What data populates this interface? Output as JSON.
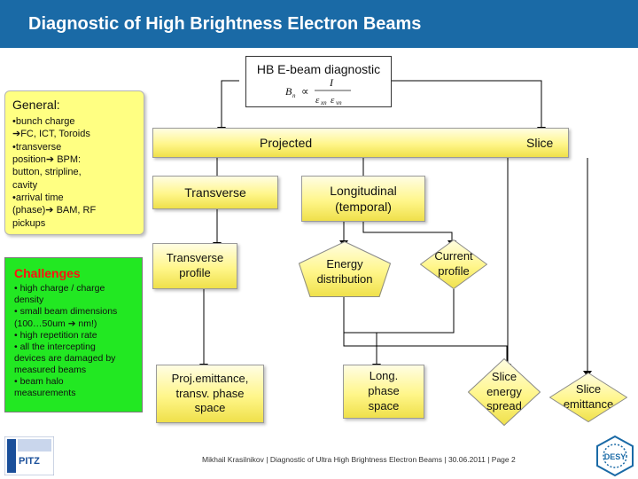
{
  "header": {
    "title": "Diagnostic of High Brightness Electron Beams"
  },
  "root": {
    "title": "HB E-beam diagnostic",
    "formula": {
      "lhs": "B",
      "lhs_sub": "n",
      "relation": "∝",
      "numerator": "I",
      "denominator": "ε",
      "den_sub1": "xn",
      "den_sub2": "yn"
    }
  },
  "general": {
    "title": "General:",
    "lines": [
      "•bunch charge",
      "➔FC, ICT, Toroids",
      "•transverse",
      "position➔ BPM:",
      "button, stripline,",
      "cavity",
      "•arrival time",
      "(phase)➔ BAM, RF",
      "pickups"
    ]
  },
  "challenges": {
    "title": "Challenges",
    "lines": [
      "• high charge / charge",
      "density",
      "• small beam dimensions",
      "(100…50um ➔ nm!)",
      "• high repetition rate",
      "• all the intercepting",
      "devices are damaged by",
      "measured beams",
      "• beam halo",
      "measurements"
    ]
  },
  "nodes": {
    "projected": "Projected",
    "slice": "Slice",
    "transverse": "Transverse",
    "longitudinal": [
      "Longitudinal",
      "(temporal)"
    ],
    "transverse_profile": [
      "Transverse",
      "profile"
    ],
    "energy_distribution": [
      "Energy",
      "distribution"
    ],
    "current_profile": [
      "Current",
      "profile"
    ],
    "proj_emittance": [
      "Proj.emittance,",
      "transv. phase",
      "space"
    ],
    "long_phase_space": [
      "Long.",
      "phase",
      "space"
    ],
    "slice_energy_spread": [
      "Slice",
      "energy",
      "spread"
    ],
    "slice_emittance": [
      "Slice",
      "emittance"
    ]
  },
  "footer": {
    "text": "Mikhail Krasilnikov  |  Diagnostic of Ultra High Brightness Electron Beams  |  30.06.2011  |  Page 2"
  },
  "logos": {
    "left": "PITZ",
    "right": "DESY"
  },
  "colors": {
    "header": "#1a6aa6",
    "challenges": "#22e822",
    "node_yellow": "#fff68a",
    "challenges_title": "#ff1010"
  }
}
